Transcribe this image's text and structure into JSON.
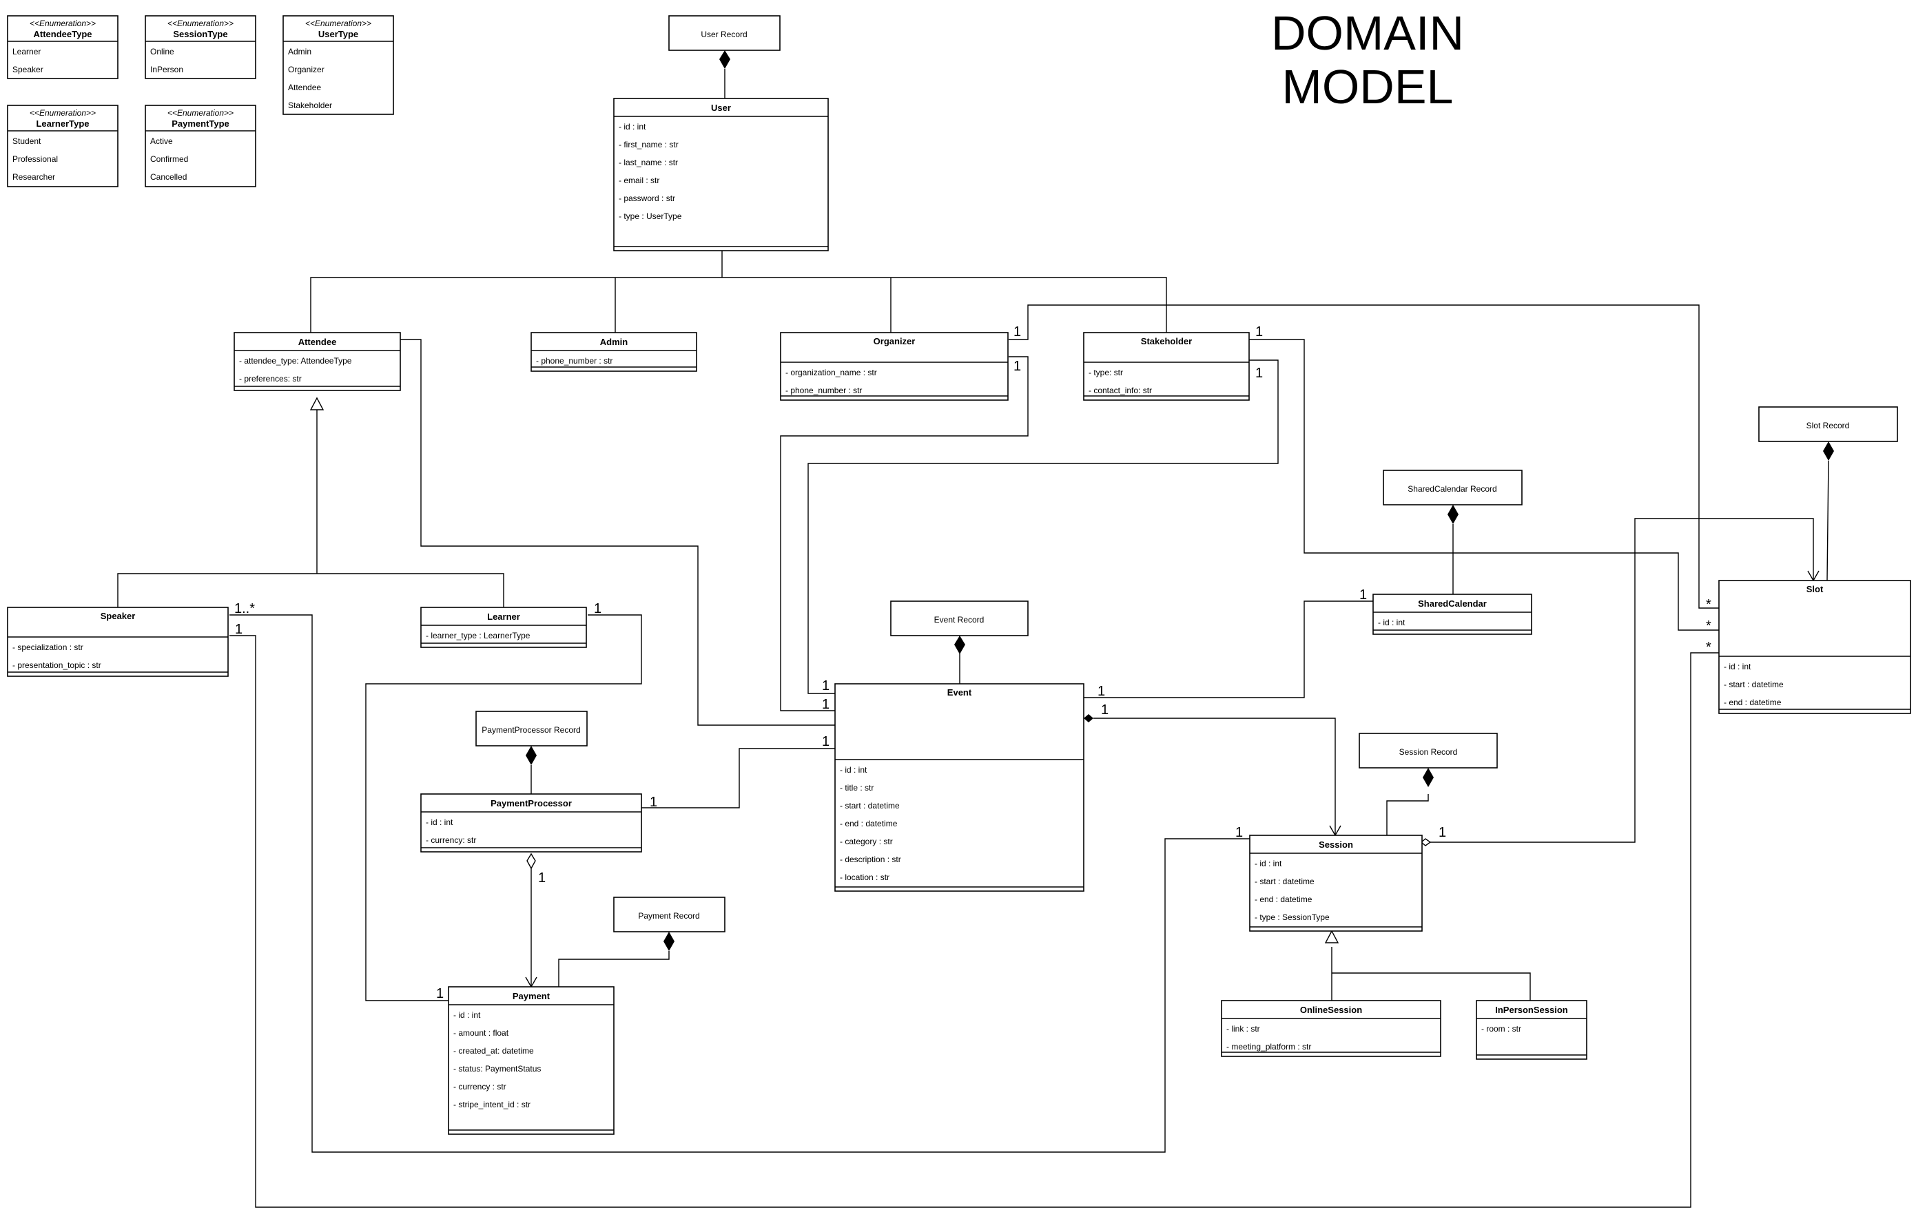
{
  "title": [
    "DOMAIN",
    "MODEL"
  ],
  "enumerations": [
    {
      "id": "attendee-type",
      "stereotype": "<<Enumeration>>",
      "name": "AttendeeType",
      "literals": [
        "Learner",
        "Speaker"
      ]
    },
    {
      "id": "session-type",
      "stereotype": "<<Enumeration>>",
      "name": "SessionType",
      "literals": [
        "Online",
        "InPerson"
      ]
    },
    {
      "id": "user-type",
      "stereotype": "<<Enumeration>>",
      "name": "UserType",
      "literals": [
        "Admin",
        "Organizer",
        "Attendee",
        "Stakeholder"
      ]
    },
    {
      "id": "learner-type",
      "stereotype": "<<Enumeration>>",
      "name": "LearnerType",
      "literals": [
        "Student",
        "Professional",
        "Researcher"
      ]
    },
    {
      "id": "payment-type",
      "stereotype": "<<Enumeration>>",
      "name": "PaymentType",
      "literals": [
        "Active",
        "Confirmed",
        "Cancelled"
      ]
    }
  ],
  "classes": [
    {
      "id": "user",
      "name": "User",
      "attributes": [
        "- id : int",
        "- first_name : str",
        "- last_name : str",
        "- email : str",
        "- password : str",
        "- type : UserType"
      ]
    },
    {
      "id": "attendee",
      "name": "Attendee",
      "attributes": [
        "- attendee_type: AttendeeType",
        "- preferences: str"
      ]
    },
    {
      "id": "admin",
      "name": "Admin",
      "attributes": [
        "- phone_number : str"
      ]
    },
    {
      "id": "organizer",
      "name": "Organizer",
      "attributes": [
        "- organization_name : str",
        "- phone_number : str"
      ]
    },
    {
      "id": "stakeholder",
      "name": "Stakeholder",
      "attributes": [
        "- type: str",
        "- contact_info: str"
      ]
    },
    {
      "id": "speaker",
      "name": "Speaker",
      "attributes": [
        "- specialization : str",
        "- presentation_topic : str"
      ]
    },
    {
      "id": "learner",
      "name": "Learner",
      "attributes": [
        "- learner_type : LearnerType"
      ]
    },
    {
      "id": "event",
      "name": "Event",
      "attributes": [
        "- id : int",
        "- title : str",
        "- start : datetime",
        "- end : datetime",
        "- category : str",
        "- description : str",
        "- location : str"
      ]
    },
    {
      "id": "shared-calendar",
      "name": "SharedCalendar",
      "attributes": [
        "- id : int"
      ]
    },
    {
      "id": "slot",
      "name": "Slot",
      "attributes": [
        "- id : int",
        "- start : datetime",
        "- end : datetime"
      ]
    },
    {
      "id": "payment-processor",
      "name": "PaymentProcessor",
      "attributes": [
        "- id : int",
        "- currency: str"
      ]
    },
    {
      "id": "payment",
      "name": "Payment",
      "attributes": [
        "- id : int",
        "- amount : float",
        "- created_at: datetime",
        "- status: PaymentStatus",
        "- currency : str",
        "- stripe_intent_id : str"
      ]
    },
    {
      "id": "session",
      "name": "Session",
      "attributes": [
        "- id : int",
        "- start : datetime",
        "- end : datetime",
        "- type : SessionType"
      ]
    },
    {
      "id": "online-session",
      "name": "OnlineSession",
      "attributes": [
        "- link : str",
        "- meeting_platform : str"
      ]
    },
    {
      "id": "in-person-session",
      "name": "InPersonSession",
      "attributes": [
        "- room : str"
      ]
    }
  ],
  "records": [
    {
      "id": "user-record",
      "label": "User Record"
    },
    {
      "id": "event-record",
      "label": "Event Record"
    },
    {
      "id": "payment-processor-record",
      "label": "PaymentProcessor Record"
    },
    {
      "id": "payment-record",
      "label": "Payment Record"
    },
    {
      "id": "shared-calendar-record",
      "label": "SharedCalendar Record"
    },
    {
      "id": "session-record",
      "label": "Session Record"
    },
    {
      "id": "slot-record",
      "label": "Slot Record"
    }
  ],
  "multiplicities": [
    {
      "id": "organizer-1a",
      "text": "1"
    },
    {
      "id": "organizer-1b",
      "text": "1"
    },
    {
      "id": "stakeholder-1a",
      "text": "1"
    },
    {
      "id": "stakeholder-1b",
      "text": "1"
    },
    {
      "id": "speaker-many",
      "text": "1..*"
    },
    {
      "id": "speaker-1",
      "text": "1"
    },
    {
      "id": "learner-1",
      "text": "1"
    },
    {
      "id": "event-1a",
      "text": "1"
    },
    {
      "id": "event-1b",
      "text": "1"
    },
    {
      "id": "event-1c",
      "text": "1"
    },
    {
      "id": "event-1d",
      "text": "1"
    },
    {
      "id": "event-1e",
      "text": "1"
    },
    {
      "id": "calendar-1",
      "text": "1"
    },
    {
      "id": "slot-star-a",
      "text": "*"
    },
    {
      "id": "slot-star-b",
      "text": "*"
    },
    {
      "id": "slot-star-c",
      "text": "*"
    },
    {
      "id": "processor-1a",
      "text": "1"
    },
    {
      "id": "processor-1b",
      "text": "1"
    },
    {
      "id": "payment-1",
      "text": "1"
    },
    {
      "id": "session-1a",
      "text": "1"
    },
    {
      "id": "session-1b",
      "text": "1"
    }
  ]
}
